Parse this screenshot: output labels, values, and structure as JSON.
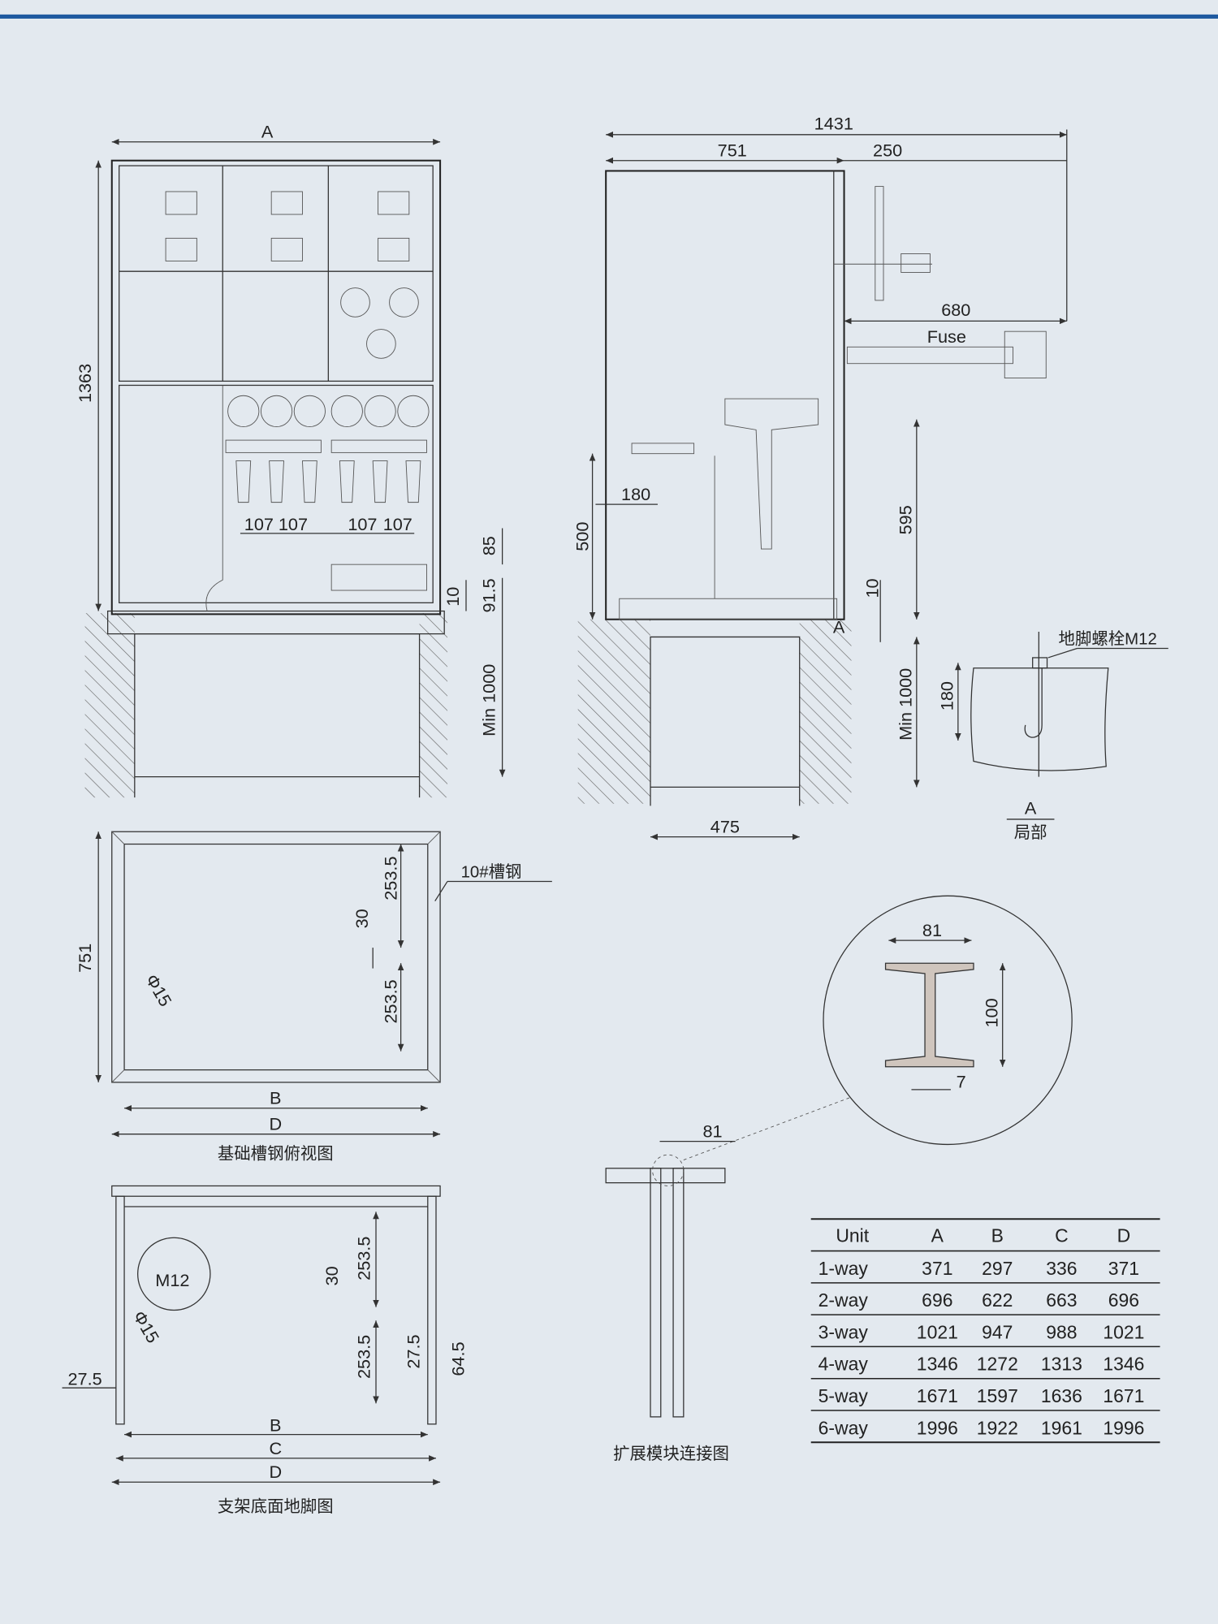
{
  "front_view": {
    "dim_width": "A",
    "dim_height": "1363",
    "dim_spacing": [
      "107",
      "107",
      "107",
      "107"
    ],
    "dim_85": "85",
    "dim_10": "10",
    "dim_91_5": "91.5",
    "dim_pit": "Min 1000"
  },
  "side_view": {
    "dim_total": "1431",
    "dim_body": "751",
    "dim_handle": "250",
    "dim_fuse_reach": "680",
    "fuse_label": "Fuse",
    "dim_180": "180",
    "dim_500": "500",
    "dim_595": "595",
    "dim_10": "10",
    "section_marker": "A",
    "dim_pit_width": "475",
    "dim_pit": "Min 1000"
  },
  "detail_a": {
    "bolt_label": "地脚螺栓M12",
    "dim_depth": "180",
    "title": "A",
    "subtitle": "局部"
  },
  "top_view": {
    "dim_depth": "751",
    "hole": "Φ15",
    "dim_30": "30",
    "dim_253_a": "253.5",
    "dim_253_b": "253.5",
    "channel_label": "10#槽钢",
    "dim_b": "B",
    "dim_d": "D",
    "caption": "基础槽钢俯视图"
  },
  "bottom_view": {
    "bolt": "M12",
    "hole": "Φ15",
    "dim_30": "30",
    "dim_253_a": "253.5",
    "dim_253_b": "253.5",
    "dim_27_5_a": "27.5",
    "dim_27_5_b": "27.5",
    "dim_64_5": "64.5",
    "dim_b": "B",
    "dim_c": "C",
    "dim_d": "D",
    "caption": "支架底面地脚图"
  },
  "extension_view": {
    "dim_81": "81",
    "caption": "扩展模块连接图",
    "detail_width": "81",
    "detail_height": "100",
    "detail_web": "7"
  },
  "table": {
    "headers": [
      "Unit",
      "A",
      "B",
      "C",
      "D"
    ],
    "rows": [
      [
        "1-way",
        "371",
        "297",
        "336",
        "371"
      ],
      [
        "2-way",
        "696",
        "622",
        "663",
        "696"
      ],
      [
        "3-way",
        "1021",
        "947",
        "988",
        "1021"
      ],
      [
        "4-way",
        "1346",
        "1272",
        "1313",
        "1346"
      ],
      [
        "5-way",
        "1671",
        "1597",
        "1636",
        "1671"
      ],
      [
        "6-way",
        "1996",
        "1922",
        "1961",
        "1996"
      ]
    ]
  },
  "colors": {
    "background": "#e3e9ef",
    "accent": "#1f5aa0"
  }
}
